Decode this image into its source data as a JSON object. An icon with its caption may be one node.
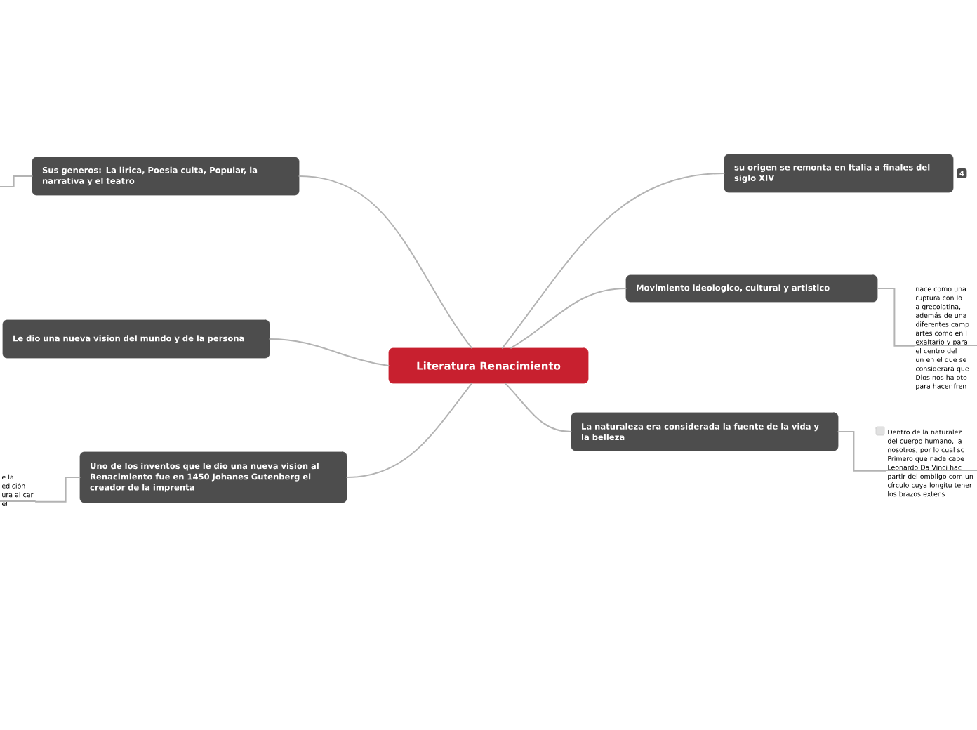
{
  "diagram": {
    "nodes": [
      {
        "text": [
          "Literatura Renacimiento"
        ]
      },
      {
        "text": [
          "Sus generos: La lirica, Poesia culta, Popular, la narrativa y el teatro"
        ]
      },
      {
        "text": [
          "su origen se remonta en Italia a finales del siglo XIV"
        ],
        "beside": [
          "4"
        ]
      },
      {
        "text": [
          "Movimiento ideologico, cultural y artistico"
        ]
      },
      {
        "text": [
          "nace como una ruptura con lo a grecolatina, además de una diferentes camp artes como en l exaltario y para el centro del un en el que se considerará que Dios nos ha oto para hacer fren"
        ]
      },
      {
        "text": [
          "Le dio una nueva vision del mundo y de la persona"
        ]
      },
      {
        "text": [
          "La naturaleza era considerada la fuente de la vida y la belleza"
        ]
      },
      {
        "text": [
          "Dentro de la naturalez del cuerpo humano, la nosotros, por lo cual sc Primero que nada cabe Leonardo Da Vinci hac partir del ombligo com un círculo cuya longitu tener los brazos extens"
        ]
      },
      {
        "text": [
          "e la edición ura al car el"
        ]
      },
      {
        "text": [
          "Uno de los inventos que le dio una nueva vision al Renacimiento fue en 1450 Johanes Gutenberg el creador de la imprenta"
        ]
      }
    ],
    "edges": [
      {
        "from": 0,
        "to": 1,
        "arrow": "none"
      },
      {
        "from": 0,
        "to": 2,
        "arrow": "none"
      },
      {
        "from": 0,
        "to": 3,
        "arrow": "none"
      },
      {
        "from": 0,
        "to": 5,
        "arrow": "none"
      },
      {
        "from": 0,
        "to": 6,
        "arrow": "none"
      },
      {
        "from": 0,
        "to": 9,
        "arrow": "none"
      },
      {
        "from": 3,
        "to": 4,
        "arrow": "none"
      },
      {
        "from": 6,
        "to": 7,
        "arrow": "none"
      },
      {
        "from": 9,
        "to": 8,
        "arrow": "none"
      },
      {
        "from": 1,
        "to": null,
        "arrow": "none"
      }
    ]
  }
}
